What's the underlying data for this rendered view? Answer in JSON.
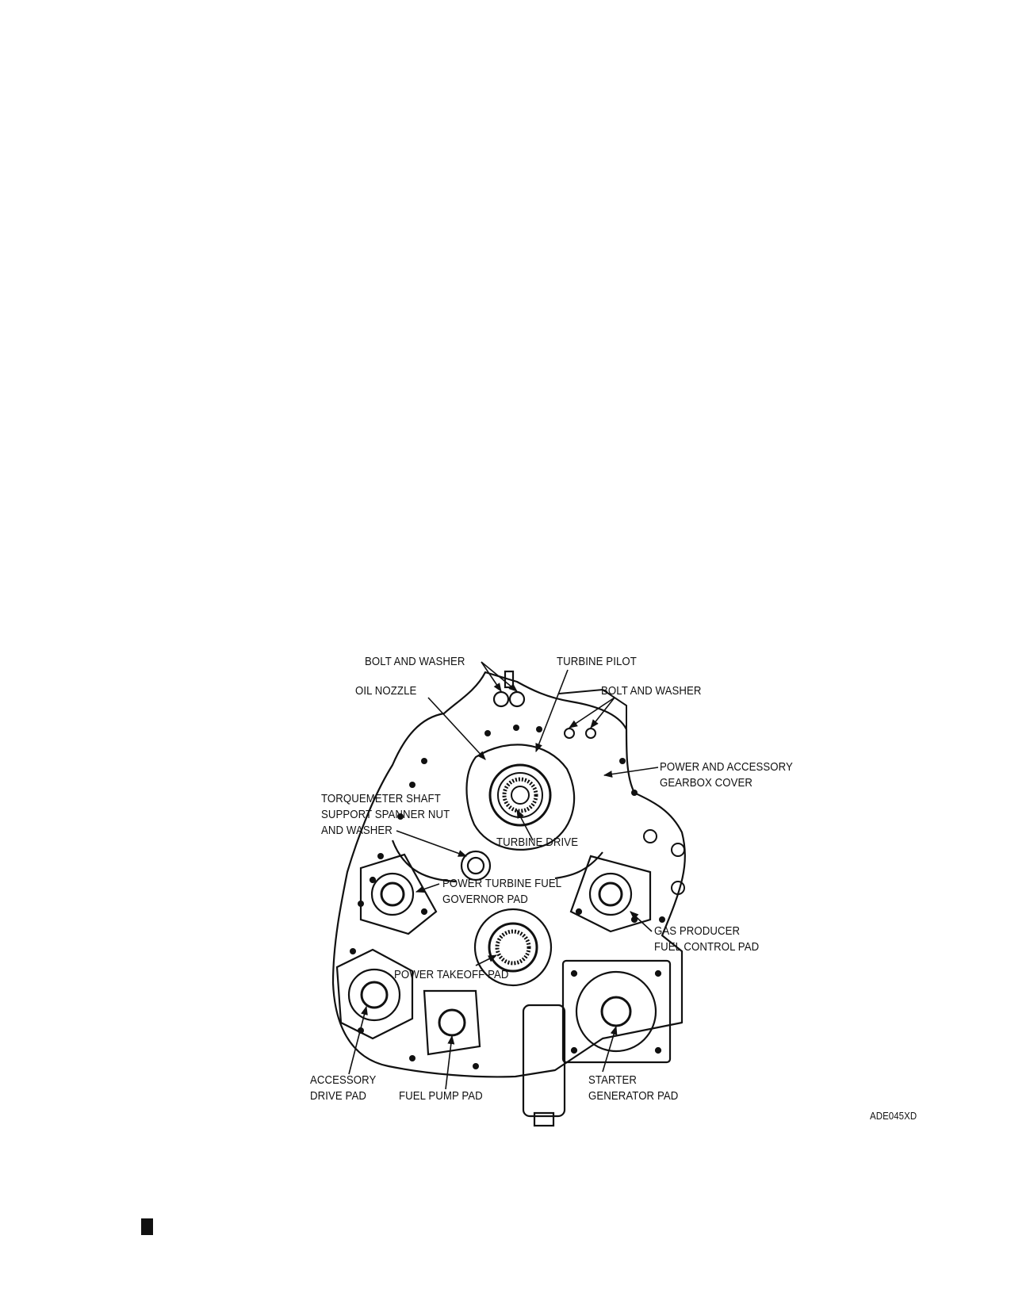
{
  "callouts": {
    "bolt_washer_top": "BOLT AND WASHER",
    "turbine_pilot": "TURBINE PILOT",
    "oil_nozzle": "OIL NOZZLE",
    "bolt_washer_right": "BOLT AND WASHER",
    "gearbox_cover": [
      "POWER AND ACCESSORY",
      "GEARBOX COVER"
    ],
    "torquemeter": [
      "TORQUEMETER SHAFT",
      "SUPPORT SPANNER NUT",
      "AND WASHER"
    ],
    "turbine_drive": "TURBINE DRIVE",
    "pt_governor": [
      "POWER TURBINE FUEL",
      "GOVERNOR PAD"
    ],
    "gas_producer": [
      "GAS PRODUCER",
      "FUEL CONTROL PAD"
    ],
    "power_takeoff": "POWER TAKEOFF PAD",
    "accessory_drive": [
      "ACCESSORY",
      "DRIVE PAD"
    ],
    "fuel_pump": "FUEL PUMP PAD",
    "starter_gen": [
      "STARTER",
      "GENERATOR PAD"
    ]
  },
  "figure_code": "ADE045XD"
}
